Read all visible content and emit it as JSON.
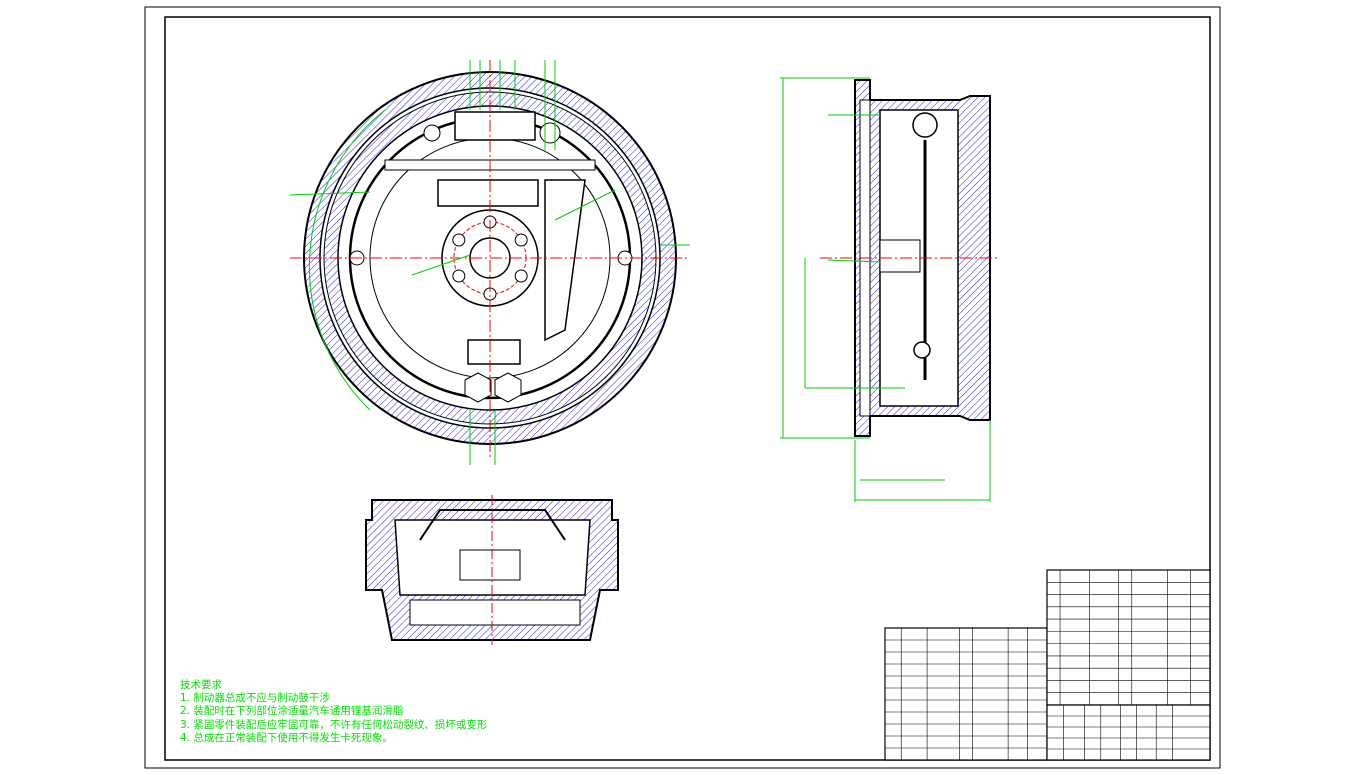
{
  "technical_requirements": {
    "title": "技术要求",
    "items": [
      "1. 制动器总成不应与制动鼓干涉",
      "2. 装配时在下列部位涂适量汽车通用锂基润滑脂",
      "3. 紧固零件装配后应牢固可靠，不许有任何松动裂纹、损坏或变形",
      "4. 总成在正常装配下使用不得发生卡死现象。"
    ]
  },
  "colors": {
    "outline": "#000000",
    "dimension": "#00d000",
    "centerline": "#ff0000",
    "hatch": "#2020ff"
  }
}
